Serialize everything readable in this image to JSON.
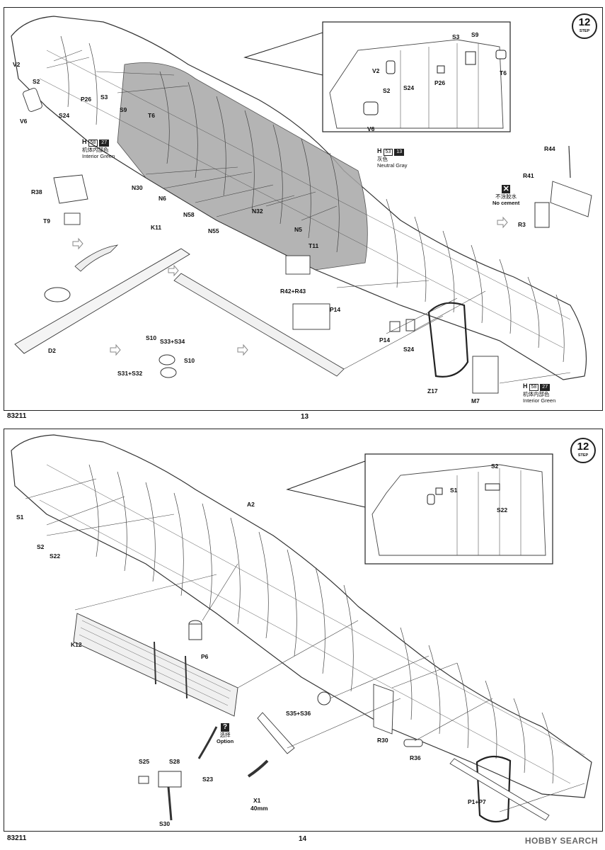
{
  "pages": [
    {
      "doc_code": "83211",
      "page_number": "13",
      "step_number": "12",
      "step_label": "STEP",
      "paint_callouts": [
        {
          "code": "H",
          "num1": "58",
          "num2": "27",
          "cn": "机体内部色",
          "en": "Interior Green"
        },
        {
          "code": "H",
          "num1": "53",
          "num2": "13",
          "cn": "灰色",
          "en": "Neutral Gray"
        },
        {
          "code": "H",
          "num1": "58",
          "num2": "27",
          "cn": "机体内部色",
          "en": "Interior Green"
        }
      ],
      "no_cement": {
        "symbol": "✕",
        "cn": "不涂胶水",
        "en": "No cement"
      },
      "part_labels": [
        "V2",
        "S2",
        "P26",
        "S3",
        "S9",
        "T6",
        "S24",
        "V6",
        "R38",
        "T9",
        "N30",
        "N6",
        "N58",
        "N55",
        "N32",
        "N5",
        "T11",
        "R42+R43",
        "P14",
        "P14",
        "S24",
        "Z17",
        "M7",
        "K11",
        "D2",
        "S10",
        "S33+S34",
        "S31+S32",
        "S10",
        "R44",
        "R41",
        "R3"
      ],
      "inset_labels": [
        "S3",
        "S9",
        "V2",
        "S2",
        "S24",
        "P26",
        "T6",
        "V6"
      ]
    },
    {
      "doc_code": "83211",
      "page_number": "14",
      "step_number": "12",
      "step_label": "STEP",
      "option": {
        "symbol": "?",
        "cn": "选择",
        "en": "Option"
      },
      "part_labels": [
        "S1",
        "S2",
        "S22",
        "A2",
        "K12",
        "P6",
        "S35+S36",
        "R30",
        "R36",
        "S25",
        "S28",
        "S23",
        "S30",
        "X1",
        "40mm",
        "P1+P7"
      ],
      "inset_labels": [
        "S2",
        "S1",
        "S22"
      ]
    }
  ],
  "watermark": "HOBBY SEARCH"
}
